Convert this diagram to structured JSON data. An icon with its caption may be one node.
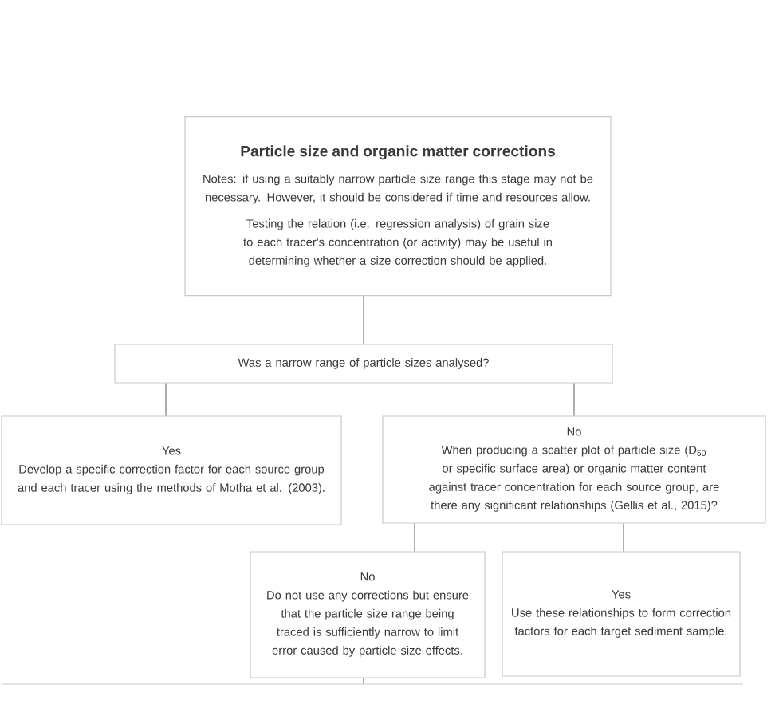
{
  "diagram": {
    "nodes": [
      {
        "text": [
          "Particle size and organic matter corrections",
          "Notes: if using a suitably narrow particle size range this stage may not be necessary. However, it should be considered if time and resources allow.",
          "Testing the relation (i.e. regression analysis) of grain size to each tracer's concentration (or activity) may be useful in determining whether a size correction should be applied."
        ]
      },
      {
        "text": [
          "Was a narrow range of particle sizes analysed?"
        ]
      },
      {
        "text": [
          "Yes",
          "Develop a specific correction factor for each source group and each tracer using the methods of Motha et al. (2003)."
        ]
      },
      {
        "text": [
          "No",
          "When producing a scatter plot of particle size (D$_{50}$ or specific surface area) or organic matter content against tracer concentration for each source group, are there any significant relationships (Gellis et al., 2015)?"
        ]
      },
      {
        "text": [
          "No",
          "Do not use any corrections but ensure that the particle size range being traced is sufficiently narrow to limit error caused by particle size effects."
        ]
      },
      {
        "text": [
          "Yes",
          "Use these relationships to form correction factors for each target sediment sample."
        ]
      },
      {
        "text": [],
        "shape": "box"
      }
    ],
    "edges": [
      {
        "from": 0,
        "to": 1,
        "arrow": "none"
      },
      {
        "from": 1,
        "to": 2,
        "arrow": "none"
      },
      {
        "from": 1,
        "to": 3,
        "arrow": "none"
      },
      {
        "from": 3,
        "to": 4,
        "arrow": "none"
      },
      {
        "from": 3,
        "to": 5,
        "arrow": "none"
      },
      {
        "from": 4,
        "to": 6,
        "arrow": "none"
      }
    ]
  }
}
